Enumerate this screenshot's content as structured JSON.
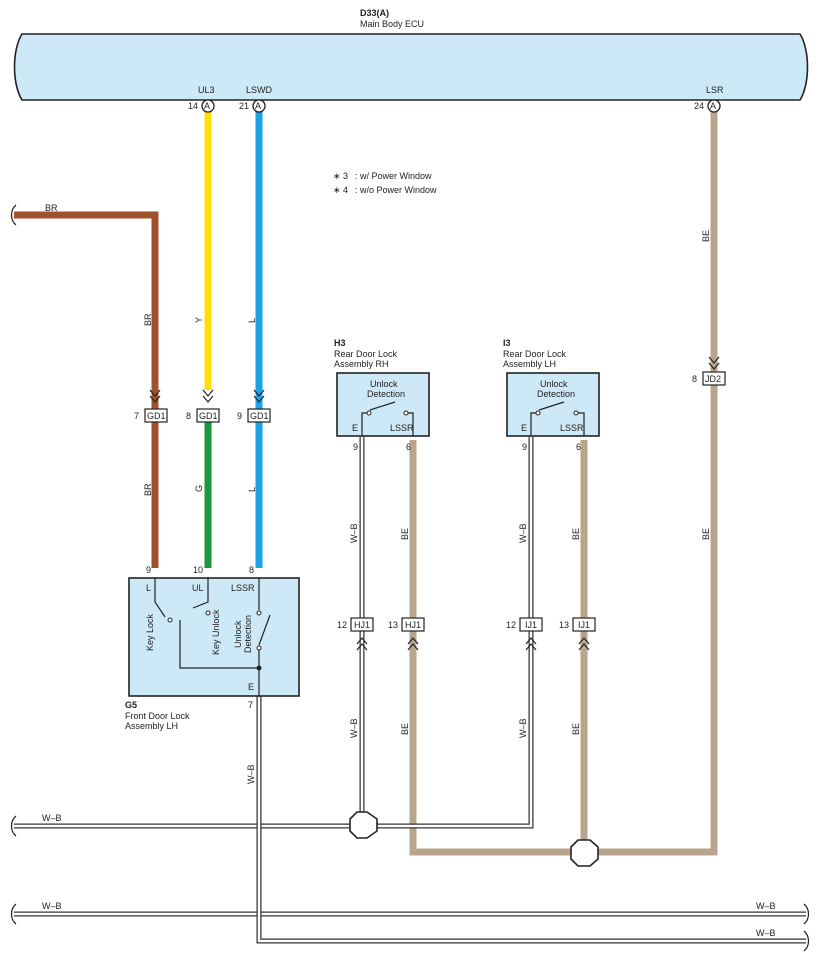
{
  "ecu": {
    "ref": "D33(A)",
    "name": "Main Body ECU"
  },
  "ecu_pins": [
    {
      "signal": "UL3",
      "number": "14",
      "conn": "A"
    },
    {
      "signal": "LSWD",
      "number": "21",
      "conn": "A"
    },
    {
      "signal": "LSR",
      "number": "24",
      "conn": "A"
    }
  ],
  "notes": [
    {
      "mark": "∗ 3",
      "text": ": w/ Power Window"
    },
    {
      "mark": "∗ 4",
      "text": ": w/o Power Window"
    }
  ],
  "wires": {
    "br_top": "BR",
    "br_v1": "BR",
    "br_v2": "BR",
    "y": "Y",
    "g": "G",
    "l1": "L",
    "l2": "L",
    "be_v1": "BE",
    "be_v2": "BE",
    "wb_g5": "W–B",
    "wb_h3_up": "W–B",
    "wb_h3_dn": "W–B",
    "be_h3_up": "BE",
    "be_h3_dn": "BE",
    "wb_i3_up": "W–B",
    "wb_i3_dn": "W–B",
    "be_i3_up": "BE",
    "be_i3_dn": "BE",
    "wb_left1": "W–B",
    "wb_left2": "W–B",
    "wb_right1": "W–B",
    "wb_right2": "W–B"
  },
  "connectors": [
    {
      "pin": "7",
      "name": "GD1"
    },
    {
      "pin": "8",
      "name": "GD1"
    },
    {
      "pin": "9",
      "name": "GD1"
    },
    {
      "pin": "8",
      "name": "JD2"
    },
    {
      "pin": "12",
      "name": "HJ1"
    },
    {
      "pin": "13",
      "name": "HJ1"
    },
    {
      "pin": "12",
      "name": "IJ1"
    },
    {
      "pin": "13",
      "name": "IJ1"
    }
  ],
  "g5": {
    "ref": "G5",
    "name1": "Front Door Lock",
    "name2": "Assembly LH",
    "pin_L": "L",
    "pin_UL": "UL",
    "pin_LSSR": "LSSR",
    "pin_E": "E",
    "num_L": "9",
    "num_UL": "10",
    "num_LSSR": "8",
    "num_E": "7",
    "sw1": "Key Lock",
    "sw2": "Key Unlock",
    "sw3a": "Unlock",
    "sw3b": "Detection"
  },
  "h3": {
    "ref": "H3",
    "name1": "Rear Door Lock",
    "name2": "Assembly RH",
    "sw1": "Unlock",
    "sw2": "Detection",
    "pin_E": "E",
    "pin_LSSR": "LSSR",
    "num_E": "9",
    "num_LSSR": "6"
  },
  "i3": {
    "ref": "I3",
    "name1": "Rear Door Lock",
    "name2": "Assembly LH",
    "sw1": "Unlock",
    "sw2": "Detection",
    "pin_E": "E",
    "pin_LSSR": "LSSR",
    "num_E": "9",
    "num_LSSR": "6"
  },
  "colors": {
    "ecu_fill": "#cde9f7",
    "br": "#a0522d",
    "y": "#ffe000",
    "g": "#1a9a3a",
    "l": "#1aa3e8",
    "be": "#b9a48e",
    "wb_border": "#333333"
  }
}
